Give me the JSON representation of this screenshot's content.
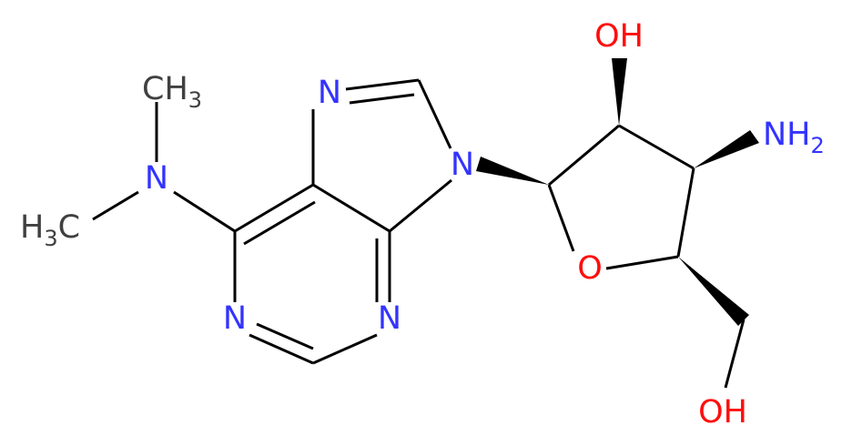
{
  "colors": {
    "nitrogen": "#3333ff",
    "oxygen": "#ff0d0d",
    "carbon": "#404040",
    "bond": "#000000"
  },
  "atoms": {
    "ch3_top": {
      "main": "CH",
      "sub": "3"
    },
    "h3c_left": {
      "pre": "H",
      "sub": "3",
      "post": "C"
    },
    "n_dimethyl": "N",
    "n_imidazole_top": "N",
    "n9": "N",
    "n_pyrimidine_left": "N",
    "n_pyrimidine_right": "N",
    "oh_top": "OH",
    "nh2": {
      "main": "NH",
      "sub": "2"
    },
    "o_ring": "O",
    "oh_bottom": "OH"
  }
}
